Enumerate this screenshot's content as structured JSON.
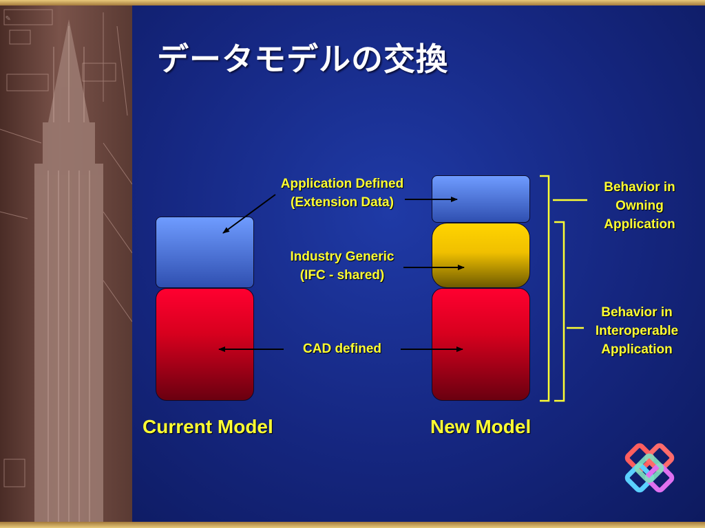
{
  "slide": {
    "title": "データモデルの交換"
  },
  "labels": {
    "app_defined_line1": "Application Defined",
    "app_defined_line2": "(Extension Data)",
    "industry_line1": "Industry Generic",
    "industry_line2": "(IFC - shared)",
    "cad": "CAD defined"
  },
  "models": {
    "current": "Current Model",
    "new": "New Model"
  },
  "behaviors": {
    "owning_line1": "Behavior in",
    "owning_line2": "Owning",
    "owning_line3": "Application",
    "interop_line1": "Behavior in",
    "interop_line2": "Interoperable",
    "interop_line3": "Application"
  },
  "colors": {
    "text_accent": "#ffff33",
    "background": "#15267f",
    "block_blue": "#4a75e0",
    "block_yellow": "#ffd400",
    "block_red": "#e00020"
  },
  "icons": {
    "logo": "interlocking-squares-logo",
    "background_art": "building-sketch"
  }
}
